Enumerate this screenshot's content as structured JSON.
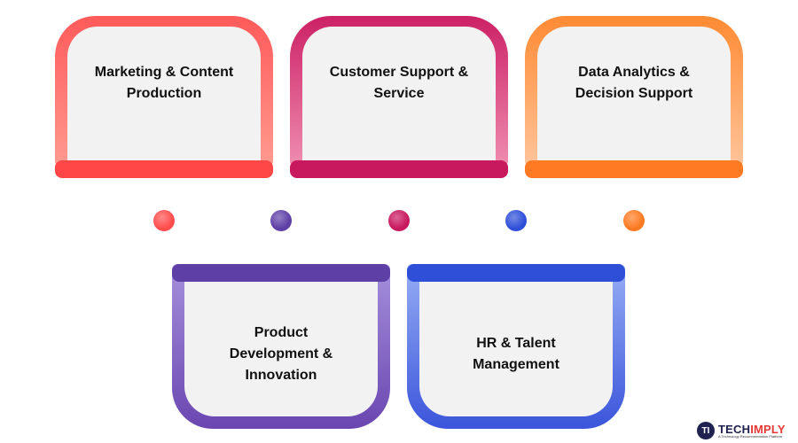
{
  "top_boxes": [
    {
      "label_line1": "Marketing & Content",
      "label_line2": "Production",
      "frame_top": "#ff5a5a",
      "frame_bottom": "#ff9a8f",
      "bar": "#ff4747"
    },
    {
      "label_line1": "Customer Support &",
      "label_line2": "Service",
      "frame_top": "#cc2165",
      "frame_bottom": "#ef8db0",
      "bar": "#c8185e"
    },
    {
      "label_line1": "Data Analytics &",
      "label_line2": "Decision Support",
      "frame_top": "#ff8a33",
      "frame_bottom": "#ffc49a",
      "bar": "#ff7a22"
    }
  ],
  "bottom_boxes": [
    {
      "label_line1": "Product",
      "label_line2": "Development &",
      "label_line3": "Innovation",
      "frame_top": "#a690dc",
      "frame_bottom": "#6a46b0",
      "bar": "#5e3fa6"
    },
    {
      "label_line1": "HR & Talent",
      "label_line2": "Management",
      "frame_top": "#97aef4",
      "frame_bottom": "#3b55db",
      "bar": "#2f4fd8"
    }
  ],
  "dots": [
    "#ff4d4d",
    "#5e3fa6",
    "#c8185e",
    "#2f4fd8",
    "#ff7a22"
  ],
  "logo": {
    "mark": "TI",
    "name_part1": "TECH",
    "name_part2": "IMPLY",
    "tagline": "A Technology Recommendation Platform"
  }
}
